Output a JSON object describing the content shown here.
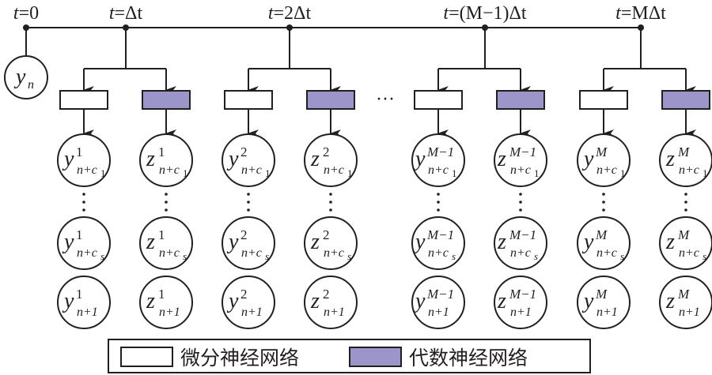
{
  "timeline": {
    "ticks": [
      {
        "label_t": "t",
        "label_eq": "=",
        "label_rest": "0"
      },
      {
        "label_t": "t",
        "label_eq": "=",
        "label_rest": "Δt"
      },
      {
        "label_t": "t",
        "label_eq": "=",
        "label_rest": "2Δt"
      },
      {
        "label_t": "t",
        "label_eq": "=",
        "label_rest": "(M−1)Δt"
      },
      {
        "label_t": "t",
        "label_eq": "=",
        "label_rest": "MΔt"
      }
    ]
  },
  "initial_node": {
    "var": "y",
    "sub": "n"
  },
  "ellipsis": "···",
  "columns": [
    {
      "var": "y",
      "sup": "1",
      "network": "differential"
    },
    {
      "var": "z",
      "sup": "1",
      "network": "algebraic"
    },
    {
      "var": "y",
      "sup": "2",
      "network": "differential"
    },
    {
      "var": "z",
      "sup": "2",
      "network": "algebraic"
    },
    {
      "var": "y",
      "sup": "M−1",
      "network": "differential"
    },
    {
      "var": "z",
      "sup": "M−1",
      "network": "algebraic"
    },
    {
      "var": "y",
      "sup": "M",
      "network": "differential"
    },
    {
      "var": "z",
      "sup": "M",
      "network": "algebraic"
    }
  ],
  "rows": [
    {
      "sub": "n+c",
      "sub2": "1"
    },
    {
      "sub": "n+c",
      "sub2": "s"
    },
    {
      "sub": "n+1",
      "sub2": ""
    }
  ],
  "legend": {
    "differential_label": "微分神经网络",
    "algebraic_label": "代数神经网络"
  },
  "colors": {
    "algebraic_fill": "#9b95c9",
    "differential_fill": "#ffffff",
    "stroke": "#231f20"
  }
}
